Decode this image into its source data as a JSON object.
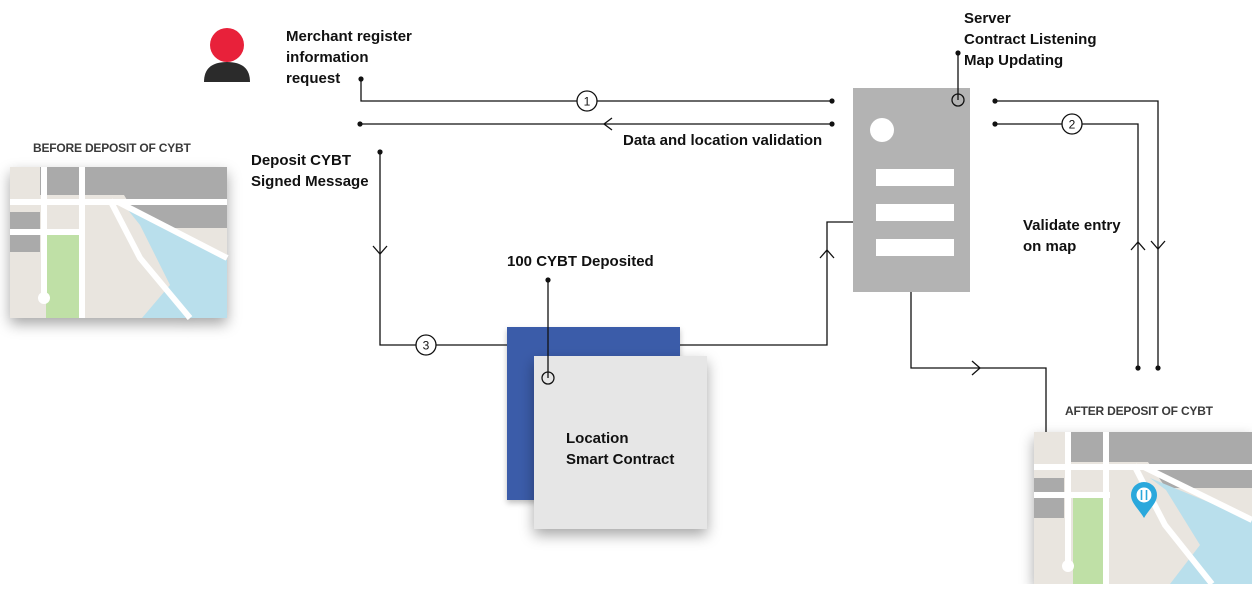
{
  "labels": {
    "merchant_request": [
      "Merchant register",
      "information",
      "request"
    ],
    "server": [
      "Server",
      "Contract Listening",
      "Map Updating"
    ],
    "validation": "Data and location validation",
    "deposit_message": [
      "Deposit CYBT",
      "Signed Message"
    ],
    "deposited": "100 CYBT Deposited",
    "contract": [
      "Location",
      "Smart Contract"
    ],
    "validate_entry": [
      "Validate entry",
      "on map"
    ],
    "before_map": "BEFORE DEPOSIT OF CYBT",
    "after_map": "AFTER DEPOSIT OF CYBT"
  },
  "steps": [
    "1",
    "2",
    "3"
  ],
  "icons": {
    "merchant": "person-icon",
    "server": "server-icon",
    "contract": "smart-contract-icon",
    "map": "map-icon",
    "map_pin": "restaurant-pin-icon"
  },
  "colors": {
    "person_head": "#e8213a",
    "person_body": "#2b2b2b",
    "server": "#b3b3b3",
    "contract_back": "#3b5ba9",
    "contract_front": "#e6e6e6",
    "line": "#111111",
    "map_land": "#e9e5df",
    "map_road": "#ffffff",
    "map_block": "#aaaaaa",
    "map_park": "#bfe0a6",
    "map_water": "#b9dfec",
    "pin": "#2aa8dc"
  }
}
